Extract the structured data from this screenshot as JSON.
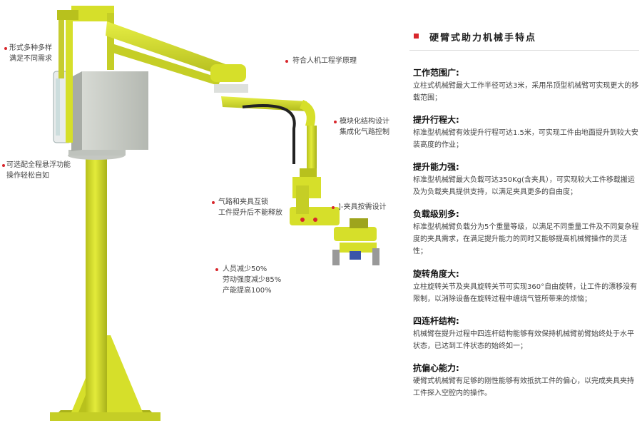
{
  "callouts": [
    {
      "lines": [
        "形式多种多样",
        "满足不同需求"
      ]
    },
    {
      "lines": [
        "可选配全程悬浮功能",
        "操作轻松自如"
      ]
    },
    {
      "lines": [
        "符合人机工程学原理"
      ]
    },
    {
      "lines": [
        "模块化结构设计",
        "集成化气路控制"
      ]
    },
    {
      "lines": [
        "气路和夹具互锁",
        "工件提升后不能释放"
      ]
    },
    {
      "lines": [
        "]-夹具按需设计"
      ]
    },
    {
      "lines": [
        "人员减少50%",
        "劳动强度减少85%",
        "产能提高100%"
      ]
    }
  ],
  "panel": {
    "title": "硬臂式助力机械手特点",
    "features": [
      {
        "title": "工作范围广:",
        "desc": "立柱式机械臂最大工作半径可达3米，采用吊顶型机械臂可实现更大的移载范围；"
      },
      {
        "title": "提升行程大:",
        "desc": "标准型机械臂有效提升行程可达1.5米，可实现工件由地面提升到较大安装高度的作业；"
      },
      {
        "title": "提升能力强:",
        "desc": "标准型机械臂最大负载可达350Kg(含夹具），可实现较大工件移载搬运及为负载夹具提供支持，以满足夹具更多的自由度；"
      },
      {
        "title": "负载级别多:",
        "desc": "标准型机械臂负载分为5个重量等级，以满足不同重量工件及不同复杂程度的夹具需求，在满足提升能力的同时又能够提高机械臂操作的灵活性；"
      },
      {
        "title": "旋转角度大:",
        "desc": "立柱旋转关节及夹具旋转关节可实现360°自由旋转，让工件的漂移没有限制，以消除设备在旋转过程中缠绕气管所带来的烦恼；"
      },
      {
        "title": "四连杆结构:",
        "desc": "机械臂在提升过程中四连杆结构能够有效保持机械臂前臂始终处于水平状态，已达到工件状态的始终如一；"
      },
      {
        "title": "抗偏心能力:",
        "desc": "硬臂式机械臂有足够的刚性能够有效抵抗工件的偏心，以完成夹具夹持工件探入空腔内的操作。"
      }
    ]
  },
  "colors": {
    "accent": "#d8262c",
    "machine_yellow": "#d6df2a",
    "machine_shadow": "#a9b21a",
    "cabinet": "#c8ccc6"
  }
}
